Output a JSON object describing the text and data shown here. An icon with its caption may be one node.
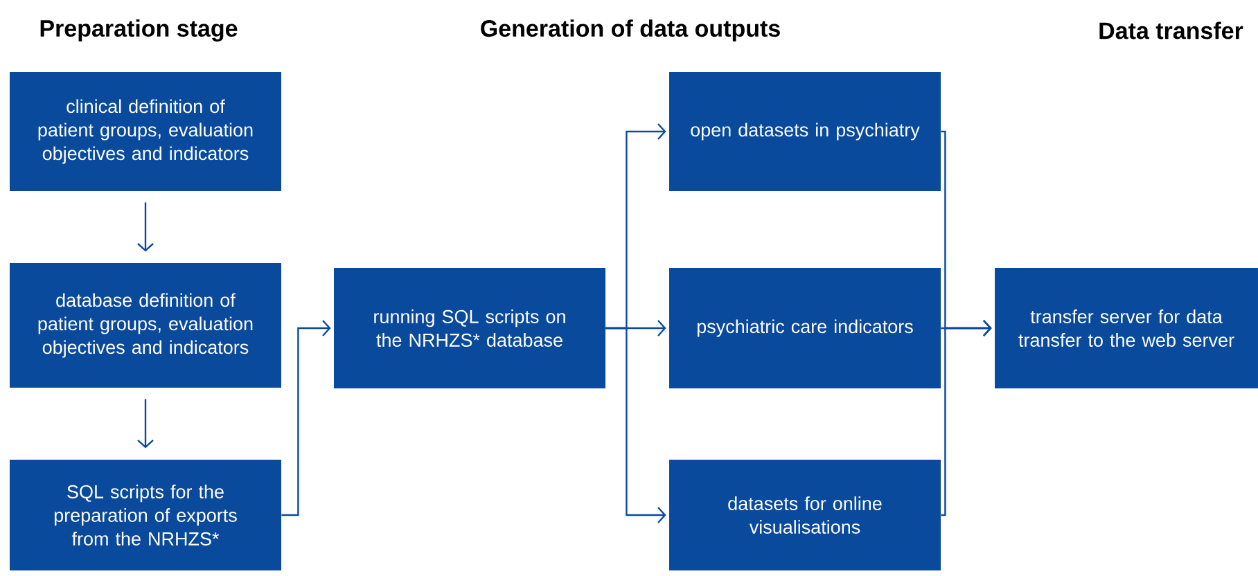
{
  "diagram": {
    "nodes": [
      {
        "text": [
          "clinical definition of patient groups, evaluation objectives and indicators"
        ]
      },
      {
        "text": [
          "database definition of patient groups, evaluation objectives and indicators"
        ]
      },
      {
        "text": [
          "SQL scripts for the preparation of exports from the NRHZS*"
        ]
      },
      {
        "text": [
          "running SQL scripts on the NRHZS* database"
        ]
      },
      {
        "text": [
          "open datasets in psychiatry"
        ]
      },
      {
        "text": [
          "psychiatric care indicators"
        ]
      },
      {
        "text": [
          "datasets for online visualisations"
        ]
      },
      {
        "text": [
          "transfer server for data transfer to the web server"
        ]
      }
    ],
    "edges": [
      {
        "from": 0,
        "to": 1,
        "arrow": "to"
      },
      {
        "from": 1,
        "to": 2,
        "arrow": "to"
      },
      {
        "from": 2,
        "to": 3,
        "arrow": "to"
      },
      {
        "from": 3,
        "to": 4,
        "arrow": "to"
      },
      {
        "from": 3,
        "to": 5,
        "arrow": "to"
      },
      {
        "from": 3,
        "to": 6,
        "arrow": "to"
      },
      {
        "from": 4,
        "to": 7,
        "arrow": "to"
      },
      {
        "from": 5,
        "to": 7,
        "arrow": "to"
      },
      {
        "from": 6,
        "to": 7,
        "arrow": "to"
      }
    ],
    "labels": [
      "Preparation stage",
      "Generation of data outputs",
      "Data transfer"
    ]
  }
}
